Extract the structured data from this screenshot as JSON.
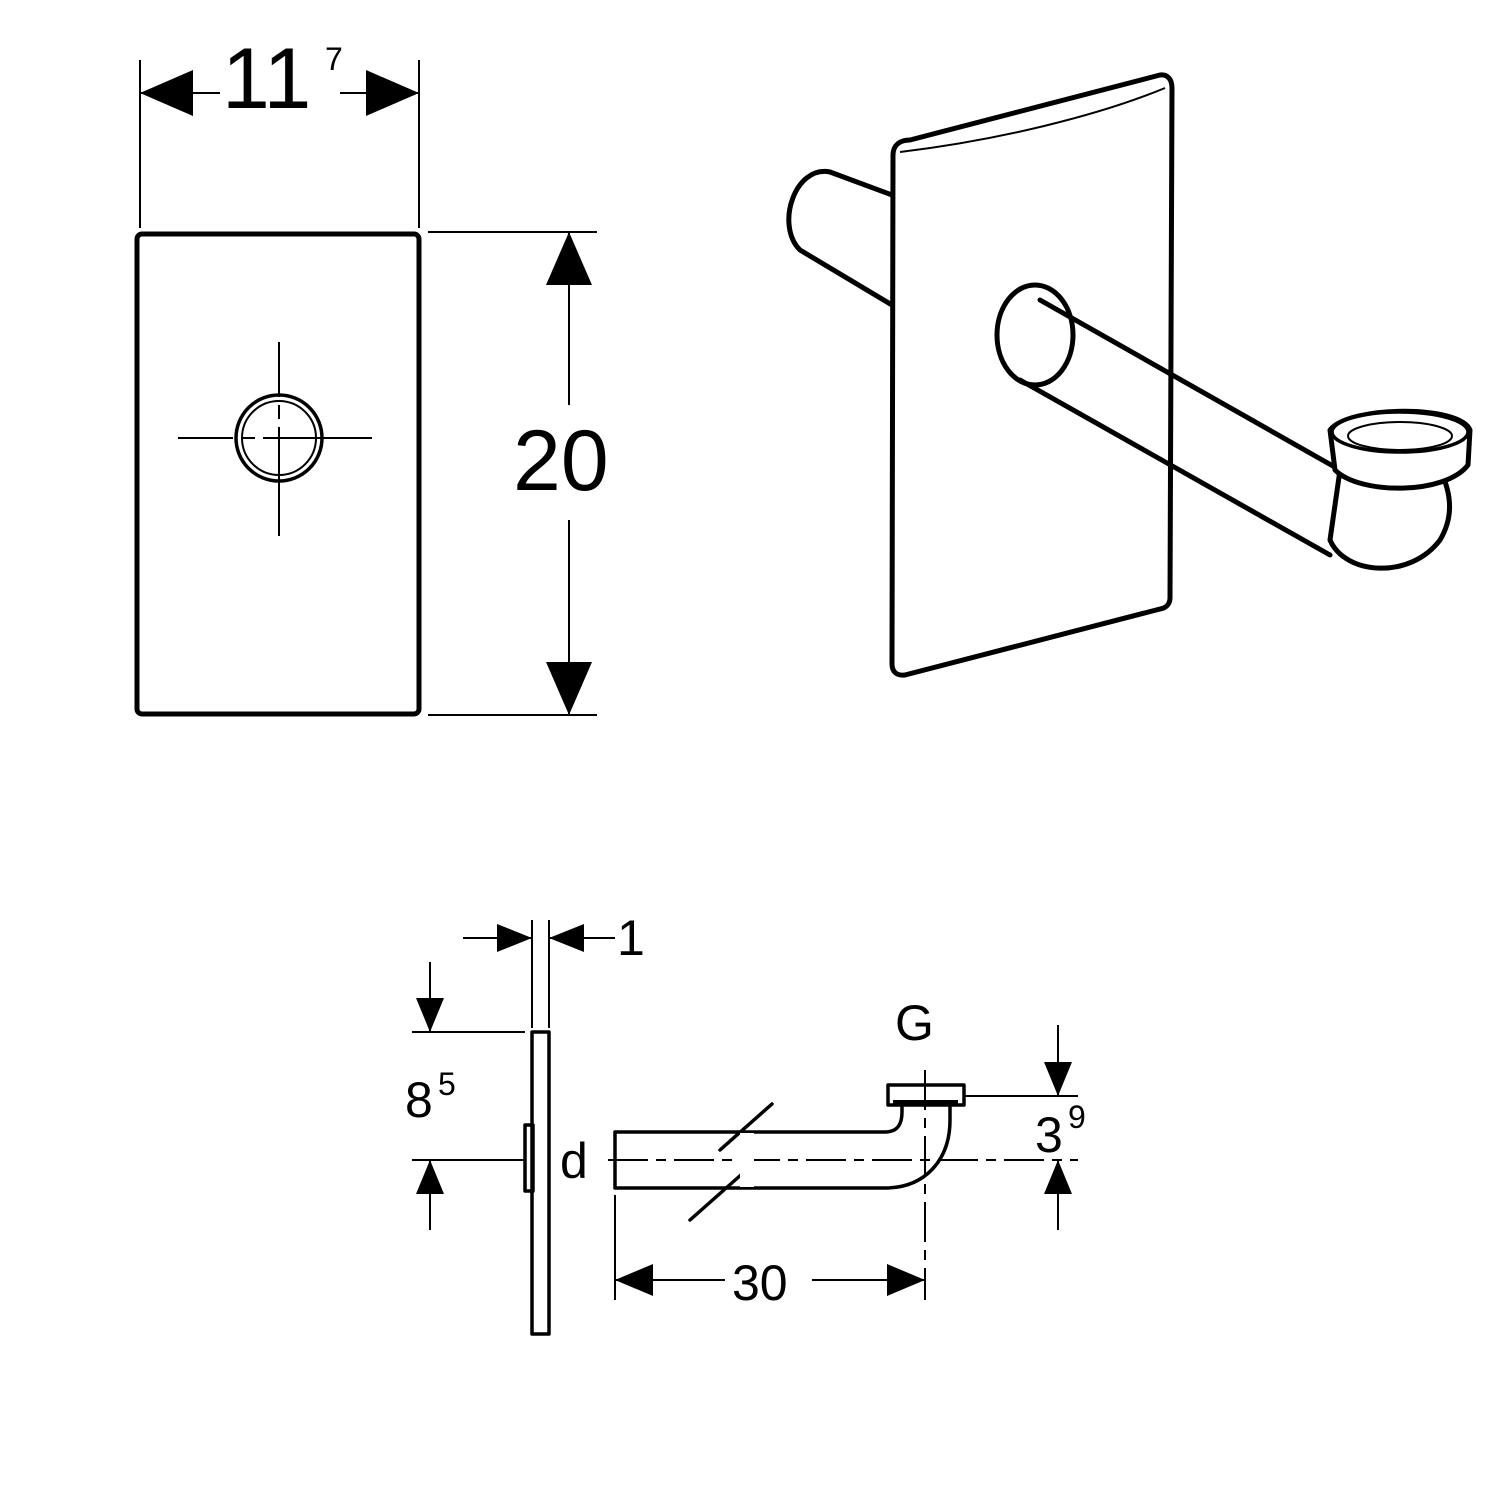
{
  "front_view": {
    "width_main": "11",
    "width_sup": "7",
    "height": "20"
  },
  "side_view": {
    "thickness": "1",
    "offset_main": "8",
    "offset_sup": "5",
    "diameter_label": "d",
    "thread_label": "G",
    "drop_main": "3",
    "drop_sup": "9",
    "length": "30"
  }
}
